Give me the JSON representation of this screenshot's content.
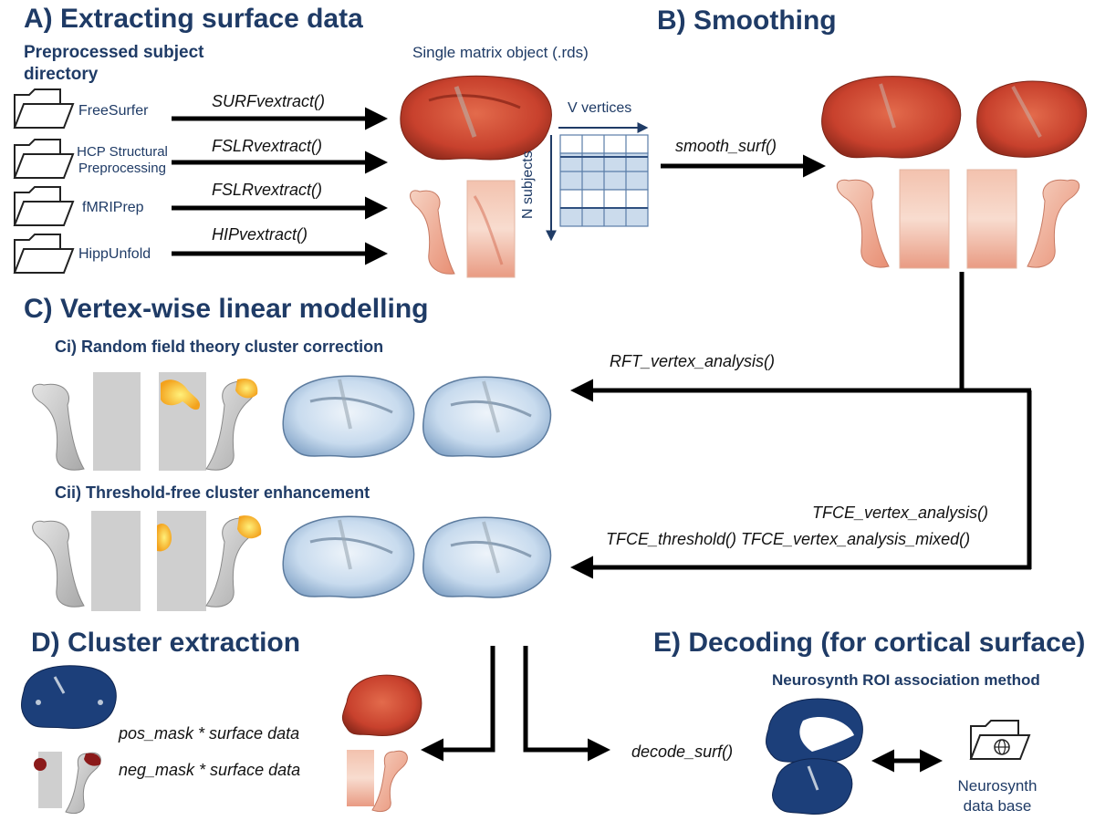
{
  "sections": {
    "a": {
      "title": "A) Extracting surface data",
      "subtitle": "Preprocessed subject directory",
      "matrix_caption": "Single matrix object (.rds)"
    },
    "b": {
      "title": "B) Smoothing"
    },
    "c": {
      "title": "C) Vertex-wise linear modelling",
      "ci": "Ci) Random field theory cluster correction",
      "cii": "Cii) Threshold-free cluster enhancement"
    },
    "d": {
      "title": "D) Cluster extraction"
    },
    "e": {
      "title": "E) Decoding (for cortical surface)",
      "subtitle": "Neurosynth ROI association method"
    }
  },
  "sources": [
    {
      "label": "FreeSurfer",
      "function": "SURFvextract()"
    },
    {
      "label": "HCP Structural Preprocessing",
      "function": "FSLRvextract()"
    },
    {
      "label": "fMRIPrep",
      "function": "FSLRvextract()"
    },
    {
      "label": "HippUnfold",
      "function": "HIPvextract()"
    }
  ],
  "matrix": {
    "cols_label": "V vertices",
    "rows_label": "N subjects"
  },
  "functions": {
    "smooth": "smooth_surf()",
    "rft": "RFT_vertex_analysis()",
    "tfce1": "TFCE_vertex_analysis()",
    "tfce2": "TFCE_threshold() TFCE_vertex_analysis_mixed()",
    "pos_mask": "pos_mask * surface data",
    "neg_mask": "neg_mask * surface data",
    "decode": "decode_surf()"
  },
  "neurosynth": {
    "db_label_1": "Neurosynth",
    "db_label_2": "data base"
  },
  "colors": {
    "heading": "#1f3b66",
    "cortex_red": "#c8412d",
    "hippo_pink": "#f0b59e",
    "stat_blue": "#8fb4d8",
    "mask_navy": "#1c3f7a",
    "grey": "#c8c8c8"
  }
}
